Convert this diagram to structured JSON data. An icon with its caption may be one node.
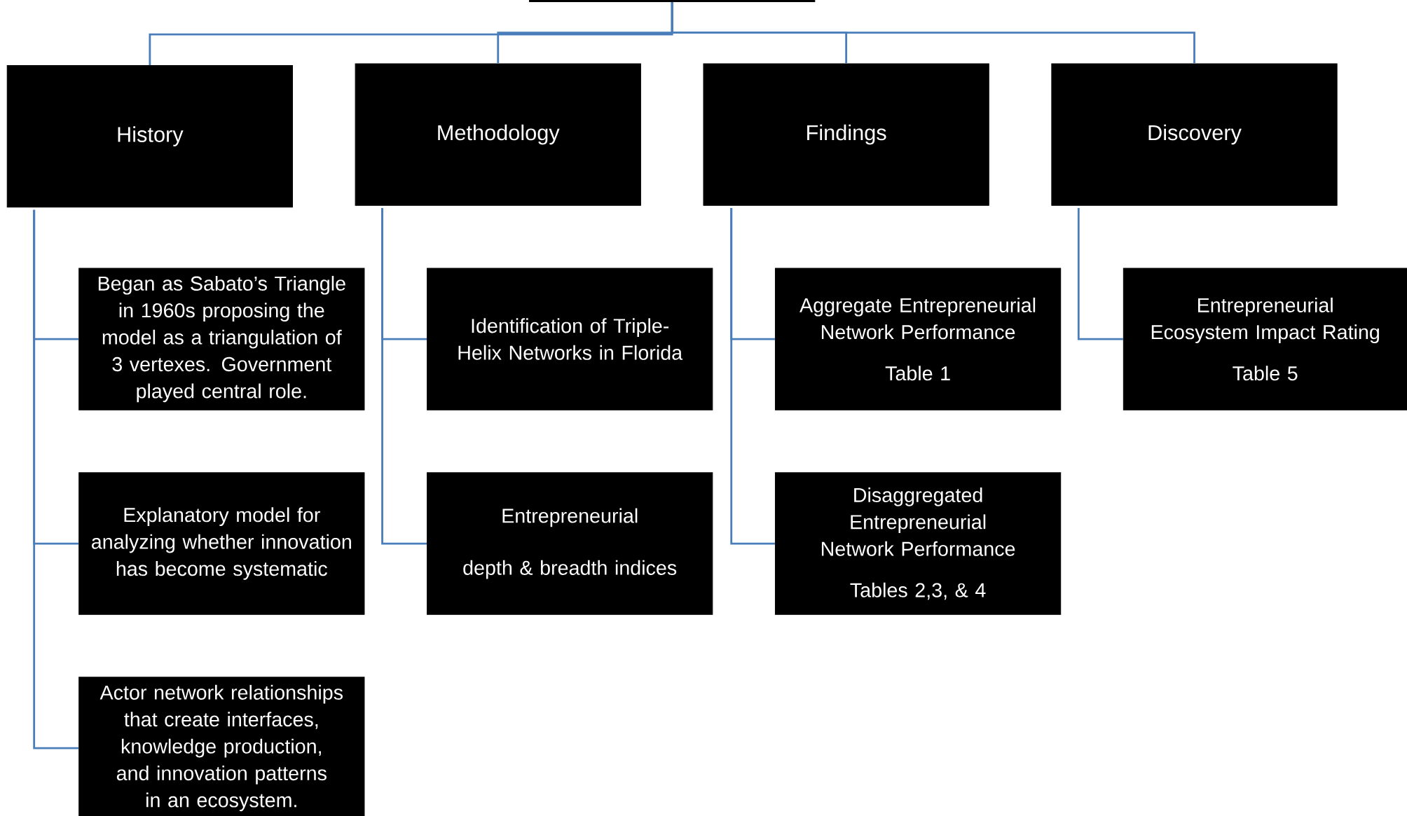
{
  "diagram": {
    "nodes": [
      {
        "text": [],
        "shape": "box"
      },
      {
        "text": [
          "History"
        ]
      },
      {
        "text": [
          "Methodology"
        ]
      },
      {
        "text": [
          "Findings"
        ]
      },
      {
        "text": [
          "Discovery"
        ]
      },
      {
        "text": [
          "Began as Sabato’s Triangle in 1960s proposing the model as a triangulation of 3 vertexes. Government played central role."
        ]
      },
      {
        "text": [
          "Explanatory model for analyzing whether innovation has become systematic"
        ]
      },
      {
        "text": [
          "Actor network relationships that create interfaces, knowledge production, and innovation patterns in an ecosystem."
        ]
      },
      {
        "text": [
          "Identification of Triple-Helix Networks in Florida"
        ]
      },
      {
        "text": [
          "Entrepreneurial",
          "depth & breadth indices"
        ]
      },
      {
        "text": [
          "Aggregate Entrepreneurial Network Performance",
          "Table 1"
        ]
      },
      {
        "text": [
          "Disaggregated Entrepreneurial Network Performance",
          "Tables 2,3, & 4"
        ]
      },
      {
        "text": [
          "Entrepreneurial Ecosystem Impact Rating",
          "Table 5"
        ]
      }
    ],
    "edges": [
      {
        "from": 0,
        "to": 1,
        "arrow": "none"
      },
      {
        "from": 0,
        "to": 2,
        "arrow": "none"
      },
      {
        "from": 0,
        "to": 3,
        "arrow": "none"
      },
      {
        "from": 0,
        "to": 4,
        "arrow": "none"
      },
      {
        "from": 1,
        "to": 5,
        "arrow": "none"
      },
      {
        "from": 1,
        "to": 6,
        "arrow": "none"
      },
      {
        "from": 1,
        "to": 7,
        "arrow": "none"
      },
      {
        "from": 2,
        "to": 8,
        "arrow": "none"
      },
      {
        "from": 2,
        "to": 9,
        "arrow": "none"
      },
      {
        "from": 3,
        "to": 10,
        "arrow": "none"
      },
      {
        "from": 3,
        "to": 11,
        "arrow": "none"
      },
      {
        "from": 4,
        "to": 12,
        "arrow": "none"
      }
    ]
  }
}
